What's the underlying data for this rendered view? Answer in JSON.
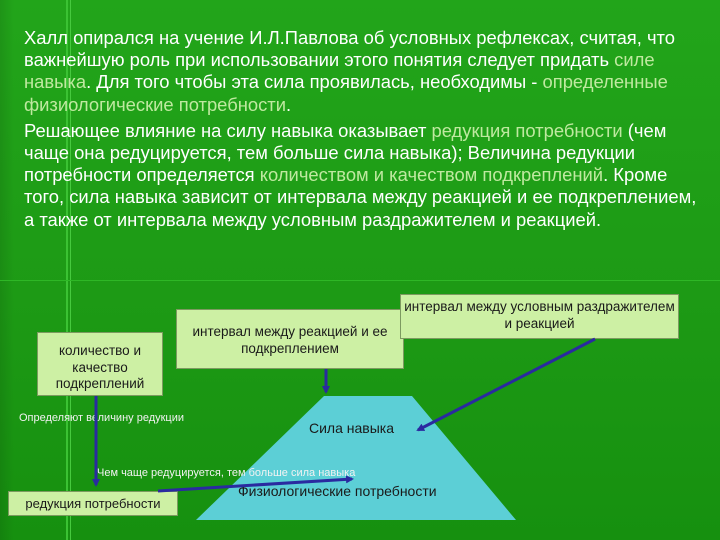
{
  "paragraph1": {
    "part1": "Халл опирался на учение И.Л.Павлова об условных рефлексах, считая, что важнейшую роль при использовании этого понятия следует придать ",
    "hl1": "силе навыка",
    "part2": ". Для того чтобы эта сила проявилась, необходимы - ",
    "hl2": "определенные физиологические потребности",
    "part3": "."
  },
  "paragraph2": {
    "part1": "Решающее влияние на силу навыка оказывает ",
    "hl1": "редукция потребности",
    "part2": " (чем чаще она редуцируется, тем больше сила навыка); Величина редукции потребности определяется ",
    "hl2": "количеством и качеством подкреплений",
    "part3": ". Кроме того, сила навыка зависит от интервала между реакцией и ее подкреплением, а также от интервала между условным раздражителем и реакцией."
  },
  "diagram": {
    "box_quantity": "количество и качество подкреплений",
    "box_interval_reaction": "интервал между реакцией и ее подкреплением",
    "box_interval_stimulus": "интервал между условным раздражителем и реакцией",
    "box_need_reduction": "редукция потребности",
    "label_define": "Определяют величину редукции",
    "label_oftener": "Чем чаще редуцируется, тем больше сила навыка",
    "trapezoid_top": "Сила навыка",
    "trapezoid_bottom": "Физиологические потребности"
  },
  "colors": {
    "background": "#1c9c14",
    "box_fill": "#cdf0a4",
    "trapezoid_fill": "#5ccfd6",
    "arrow": "#2a2aa0",
    "highlight_text": "#bfe9a0"
  }
}
